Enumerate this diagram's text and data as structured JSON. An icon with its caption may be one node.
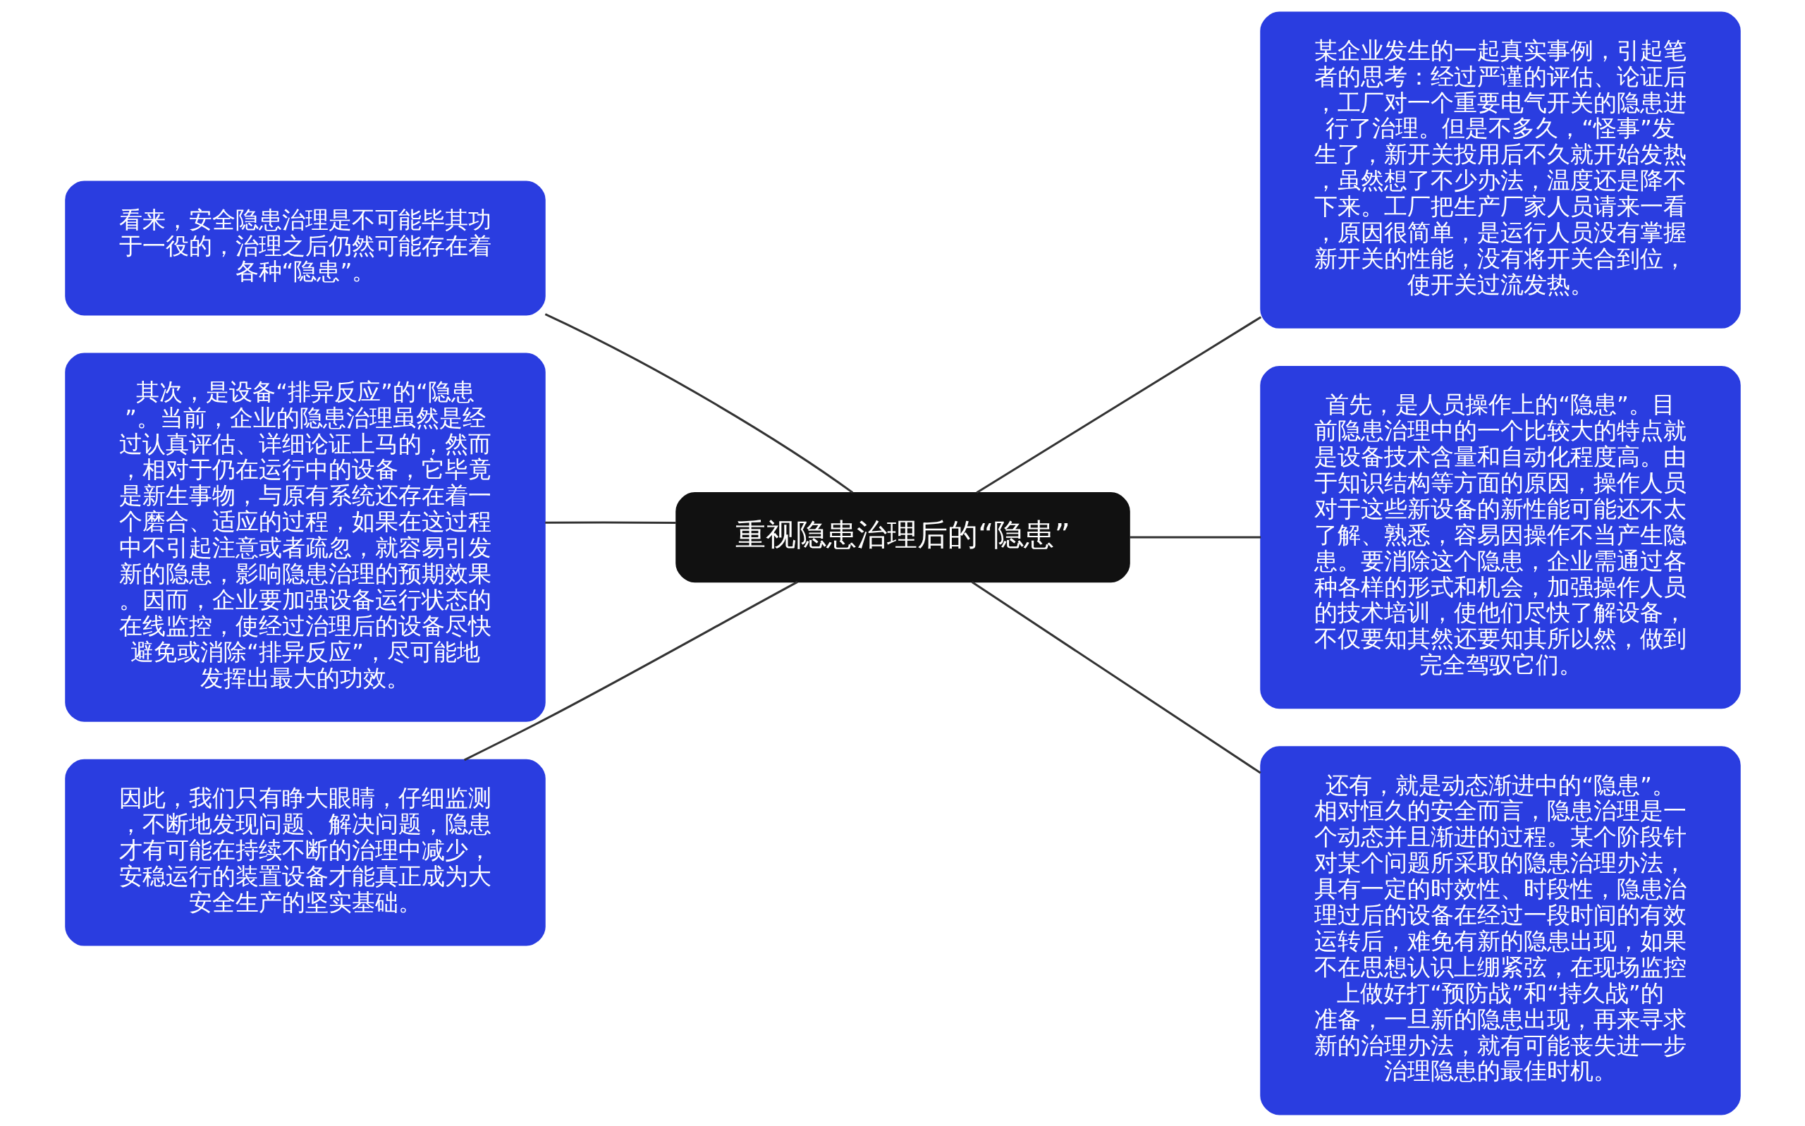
{
  "diagram": {
    "nodes": [
      {
        "text": [
          "重视隐患治理后的“隐患”"
        ]
      },
      {
        "text": [
          "某企业发生的一起真实事例，引起笔者的思考：经过严谨的评估、论证后，工厂对一个重要电气开关的隐患进行了治理。但是不多久，“怪事”发生了，新开关投用后不久就开始发热，虽然想了不少办法，温度还是降不下来。工厂把生产厂家人员请来一看，原因很简单，是运行人员没有掌握新开关的性能，没有将开关合到位，使开关过流发热。"
        ]
      },
      {
        "text": [
          "首先，是人员操作上的“隐患”。目前隐患治理中的一个比较大的特点就是设备技术含量和自动化程度高。由于知识结构等方面的原因，操作人员对于这些新设备的新性能可能还不太了解、熟悉，容易因操作不当产生隐患。要消除这个隐患，企业需通过各种各样的形式和机会，加强操作人员的技术培训，使他们尽快了解设备，不仅要知其然还要知其所以然，做到完全驾驭它们。"
        ]
      },
      {
        "text": [
          "还有，就是动态渐进中的“隐患”。相对恒久的安全而言，隐患治理是一个动态并且渐进的过程。某个阶段针对某个问题所采取的隐患治理办法，具有一定的时效性、时段性，隐患治理过后的设备在经过一段时间的有效运转后，难免有新的隐患出现，如果不在思想认识上绷紧弦，在现场监控上做好打“预防战”和“持久战”的准备，一旦新的隐患出现，再来寻求新的治理办法，就有可能丧失进一步治理隐患的最佳时机。"
        ]
      },
      {
        "text": [
          "看来，安全隐患治理是不可能毕其功于一役的，治理之后仍然可能存在着各种“隐患”。"
        ]
      },
      {
        "text": [
          "其次，是设备“排异反应”的“隐患”。当前，企业的隐患治理虽然是经过认真评估、详细论证上马的，然而，相对于仍在运行中的设备，它毕竟是新生事物，与原有系统还存在着一个磨合、适应的过程，如果在这过程中不引起注意或者疏忽，就容易引发新的隐患，影响隐患治理的预期效果。因而，企业要加强设备运行状态的在线监控，使经过治理后的设备尽快避免或消除“排异反应”，尽可能地发挥出最大的功效。"
        ]
      },
      {
        "text": [
          "因此，我们只有睁大眼睛，仔细监测，不断地发现问题、解决问题，隐患才有可能在持续不断的治理中减少，安稳运行的装置设备才能真正成为大安全生产的坚实基础。"
        ]
      }
    ],
    "edges": [
      {
        "from": 0,
        "to": 1,
        "arrow": "none"
      },
      {
        "from": 0,
        "to": 2,
        "arrow": "none"
      },
      {
        "from": 0,
        "to": 3,
        "arrow": "none"
      },
      {
        "from": 0,
        "to": 4,
        "arrow": "none"
      },
      {
        "from": 0,
        "to": 5,
        "arrow": "none"
      },
      {
        "from": 0,
        "to": 6,
        "arrow": "none"
      }
    ]
  }
}
